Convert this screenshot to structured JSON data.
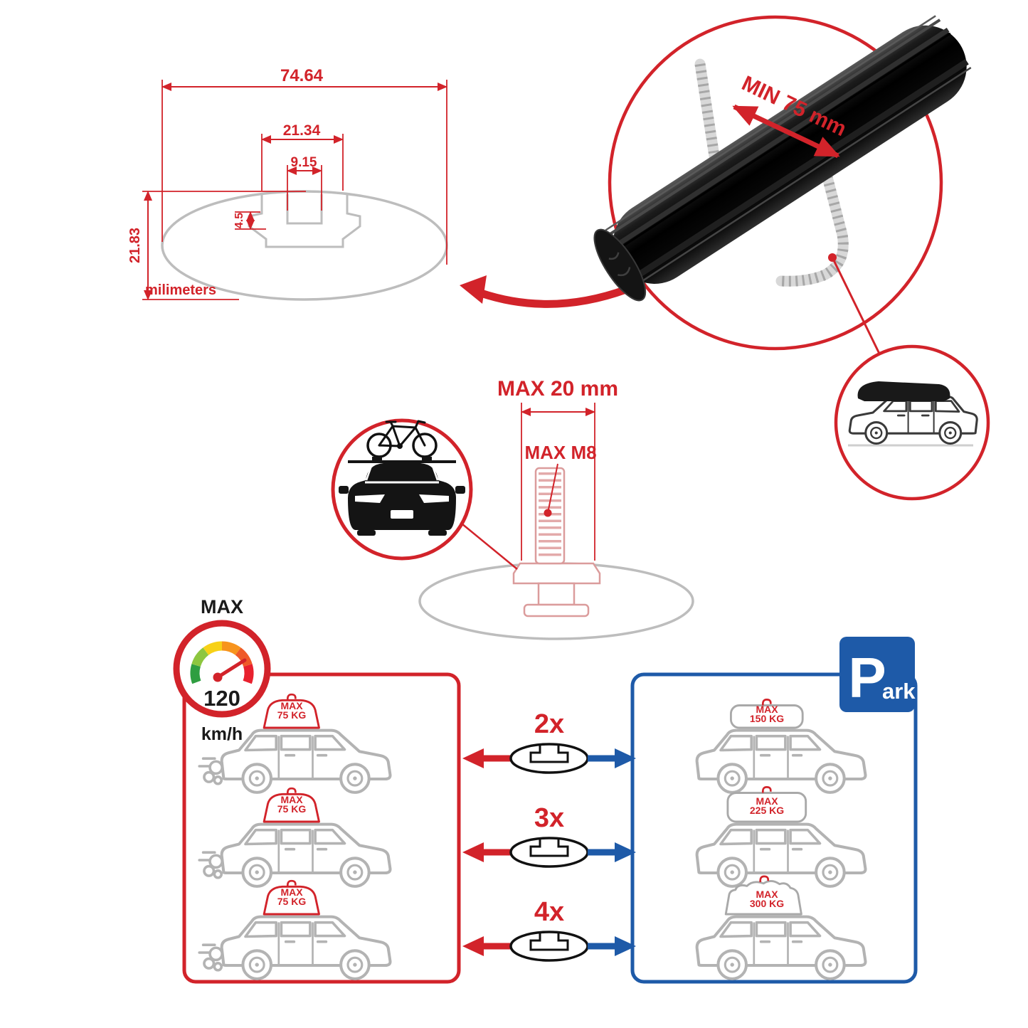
{
  "profile_dimensions": {
    "width_total": "74.64",
    "channel_width": "21.34",
    "slot_width": "9.15",
    "lip_depth": "4.5",
    "height": "21.83",
    "units": "milimeters"
  },
  "clamp_detail": {
    "min_grip": "MIN 75 mm"
  },
  "bolt_detail": {
    "max_length": "MAX 20 mm",
    "max_thread": "MAX M8"
  },
  "speed_gauge": {
    "label": "MAX",
    "value": "120",
    "unit": "km/h"
  },
  "park_sign": {
    "letter": "P",
    "rest": "ark"
  },
  "load_rows": [
    {
      "count": "2x",
      "left": {
        "label": "MAX",
        "weight": "75 KG"
      },
      "right": {
        "label": "MAX",
        "weight": "150 KG"
      }
    },
    {
      "count": "3x",
      "left": {
        "label": "MAX",
        "weight": "75 KG"
      },
      "right": {
        "label": "MAX",
        "weight": "225 KG"
      }
    },
    {
      "count": "4x",
      "left": {
        "label": "MAX",
        "weight": "75 KG"
      },
      "right": {
        "label": "MAX",
        "weight": "300 KG"
      }
    }
  ],
  "colors": {
    "red": "#d2232a",
    "blue": "#1e5aa8",
    "gray": "#b3b3b3",
    "black": "#111111"
  }
}
